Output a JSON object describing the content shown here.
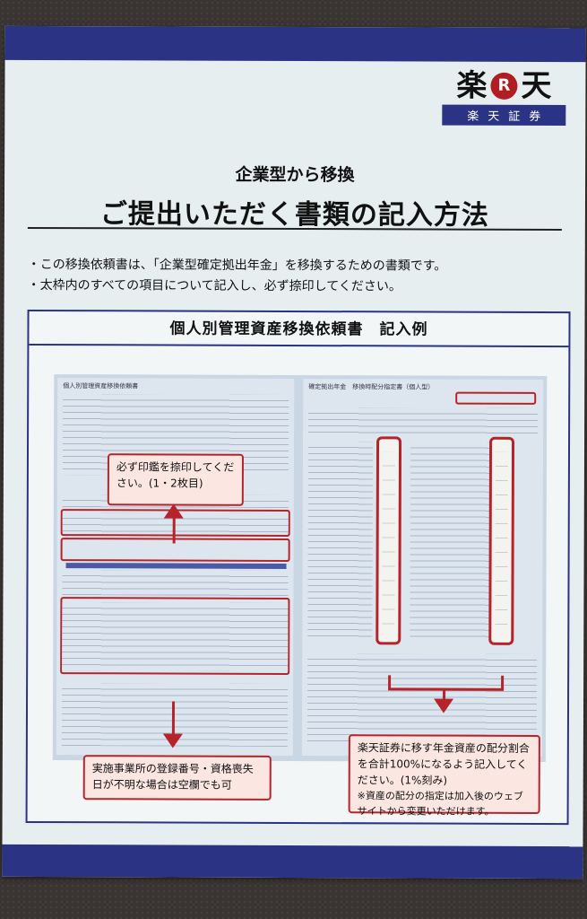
{
  "logo": {
    "main_left": "楽",
    "main_mark": "R",
    "main_right": "天",
    "sub": "楽天証券"
  },
  "header": {
    "subtitle": "企業型から移換",
    "title": "ご提出いただく書類の記入方法"
  },
  "bullets": [
    "・この移換依頼書は、「企業型確定拠出年金」を移換するための書類です。",
    "・太枠内のすべての項目について記入し、必ず捺印してください。"
  ],
  "example": {
    "title": "個人別管理資産移換依頼書　記入例",
    "form_left_heading": "個人別管理資産移換依頼書",
    "form_right_heading": "確定拠出年金　移換時配分指定書（個人型）",
    "callout_seal": "必ず印鑑を捺印してください。(1・2枚目)",
    "callout_employer": "実施事業所の登録番号・資格喪失日が不明な場合は空欄でも可",
    "callout_allocation_main": "楽天証券に移す年金資産の配分割合を合計100%になるよう記入してください。(1%刻み)",
    "callout_allocation_note": "※資産の配分の指定は加入後のウェブサイトから変更いただけます。"
  },
  "colors": {
    "navy": "#2b3384",
    "red": "#b5242a",
    "callout_fill": "#fbe6e1"
  }
}
